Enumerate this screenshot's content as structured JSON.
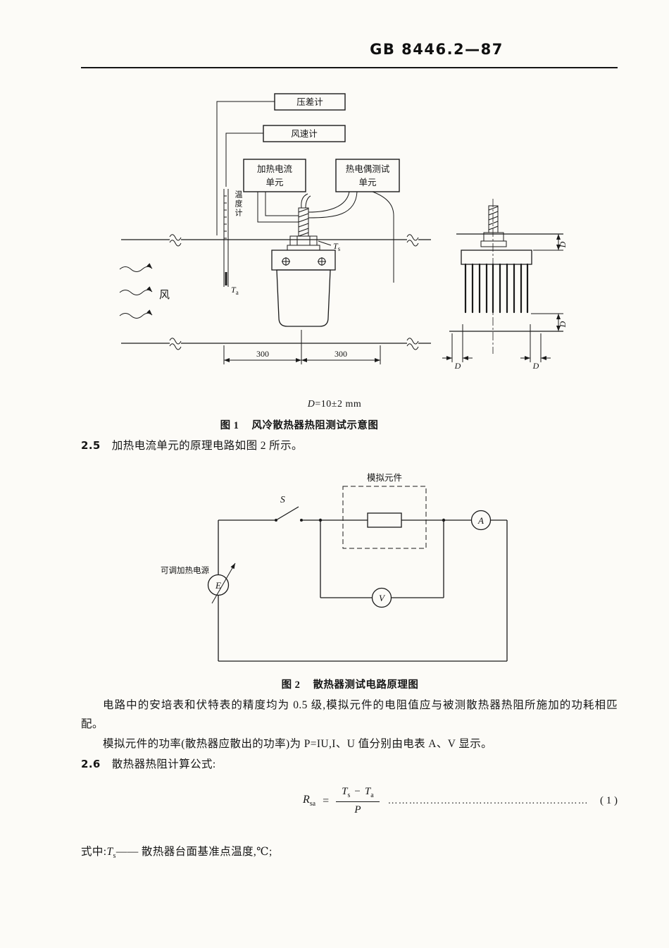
{
  "header": {
    "doc_number": "GB 8446.2—87"
  },
  "figure1": {
    "box_pressure_gauge": "压差计",
    "box_anemometer": "风速计",
    "box_heating_line1": "加热电流",
    "box_heating_line2": "单元",
    "box_thermocouple_line1": "热电偶测试",
    "box_thermocouple_line2": "单元",
    "label_thermometer": "温度计",
    "label_wind": "风",
    "label_T": "T",
    "sub_s": "s",
    "sub_a": "a",
    "dim_left": "300",
    "dim_right": "300",
    "label_D": "D",
    "note_d": "D",
    "note_rest": "=10±2 mm",
    "caption_label": "图 1",
    "caption_text": "风冷散热器热阻测试示意图"
  },
  "section_2_5": {
    "number": "2.5",
    "text": "加热电流单元的原理电路如图 2 所示。"
  },
  "figure2": {
    "label_sim_element": "模拟元件",
    "label_switch": "S",
    "label_ammeter": "A",
    "label_voltmeter": "V",
    "label_source": "E",
    "label_source_name": "可调加热电源",
    "caption_label": "图 2",
    "caption_text": "散热器测试电路原理图"
  },
  "paragraphs": {
    "p1": "电路中的安培表和伏特表的精度均为 0.5 级,模拟元件的电阻值应与被测散热器热阻所施加的功耗相匹配。",
    "p2": "模拟元件的功率(散热器应散出的功率)为 P=IU,I、U 值分别由电表 A、V 显示。"
  },
  "section_2_6": {
    "number": "2.6",
    "text": "散热器热阻计算公式:"
  },
  "formula": {
    "R": "R",
    "R_sub": "sa",
    "equals": "=",
    "num_T1": "T",
    "num_sub1": "s",
    "minus": "−",
    "num_T2": "T",
    "num_sub2": "a",
    "denominator": "P",
    "leader_dots": "…………………………………………………",
    "eq_number": "( 1 )"
  },
  "footnote": {
    "prefix": "式中:",
    "T": "T",
    "sub": "s",
    "dash": "——",
    "text": " 散热器台面基准点温度,℃;"
  }
}
